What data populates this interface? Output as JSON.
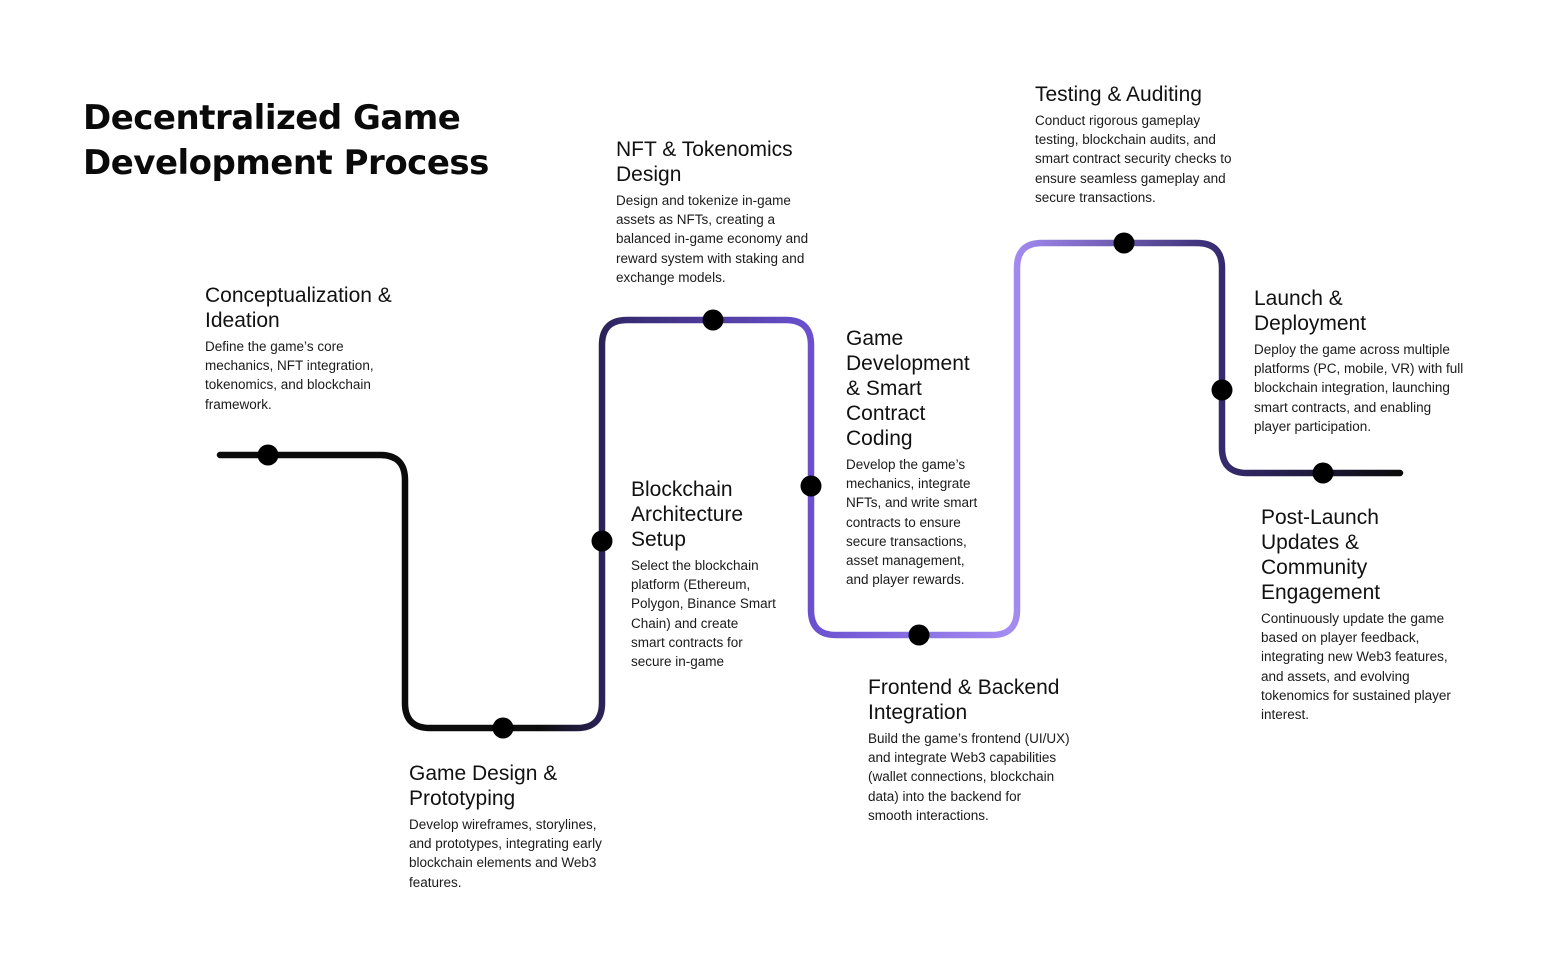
{
  "title_lines": [
    "Decentralized Game",
    "Development Process"
  ],
  "colors": {
    "path_dark": "#0b0b0b",
    "path_mid": "#352a6e",
    "path_purple": "#6a50cf",
    "path_light": "#a58df3",
    "node": "#000000"
  },
  "steps": [
    {
      "title_lines": [
        "Conceptualization &",
        "Ideation"
      ],
      "desc_lines": [
        "Define the game’s core",
        "mechanics, NFT integration,",
        "tokenomics, and blockchain",
        "framework."
      ]
    },
    {
      "title_lines": [
        "Game Design &",
        "Prototyping"
      ],
      "desc_lines": [
        "Develop wireframes, storylines,",
        "and prototypes, integrating early",
        "blockchain elements and Web3",
        "features."
      ]
    },
    {
      "title_lines": [
        "Blockchain",
        "Architecture",
        "Setup"
      ],
      "desc_lines": [
        "Select the blockchain",
        "platform (Ethereum,",
        "Polygon, Binance Smart",
        "Chain) and create",
        "smart contracts for",
        "secure in-game"
      ]
    },
    {
      "title_lines": [
        "NFT & Tokenomics",
        "Design"
      ],
      "desc_lines": [
        "Design and tokenize in-game",
        "assets as NFTs, creating a",
        "balanced in-game economy and",
        "reward system with staking and",
        "exchange models."
      ]
    },
    {
      "title_lines": [
        "Game",
        "Development",
        "& Smart",
        "Contract",
        "Coding"
      ],
      "desc_lines": [
        "Develop the game’s",
        "mechanics, integrate",
        "NFTs, and write smart",
        "contracts to ensure",
        "secure transactions,",
        "asset management,",
        "and player rewards."
      ]
    },
    {
      "title_lines": [
        "Frontend & Backend",
        "Integration"
      ],
      "desc_lines": [
        "Build the game’s frontend (UI/UX)",
        "and integrate Web3 capabilities",
        "(wallet connections, blockchain",
        "data) into the backend for",
        "smooth interactions."
      ]
    },
    {
      "title_lines": [
        "Testing & Auditing"
      ],
      "desc_lines": [
        "Conduct rigorous gameplay",
        "testing, blockchain audits, and",
        "smart contract security checks to",
        "ensure seamless gameplay and",
        "secure transactions."
      ]
    },
    {
      "title_lines": [
        "Launch &",
        "Deployment"
      ],
      "desc_lines": [
        "Deploy the game across multiple",
        "platforms (PC, mobile, VR) with full",
        "blockchain integration, launching",
        "smart contracts, and enabling",
        "player participation."
      ]
    },
    {
      "title_lines": [
        "Post-Launch",
        "Updates &",
        "Community",
        "Engagement"
      ],
      "desc_lines": [
        "Continuously update the game",
        "based on player feedback,",
        "integrating new Web3 features,",
        "and assets, and evolving",
        "tokenomics for sustained player",
        "interest."
      ]
    }
  ]
}
